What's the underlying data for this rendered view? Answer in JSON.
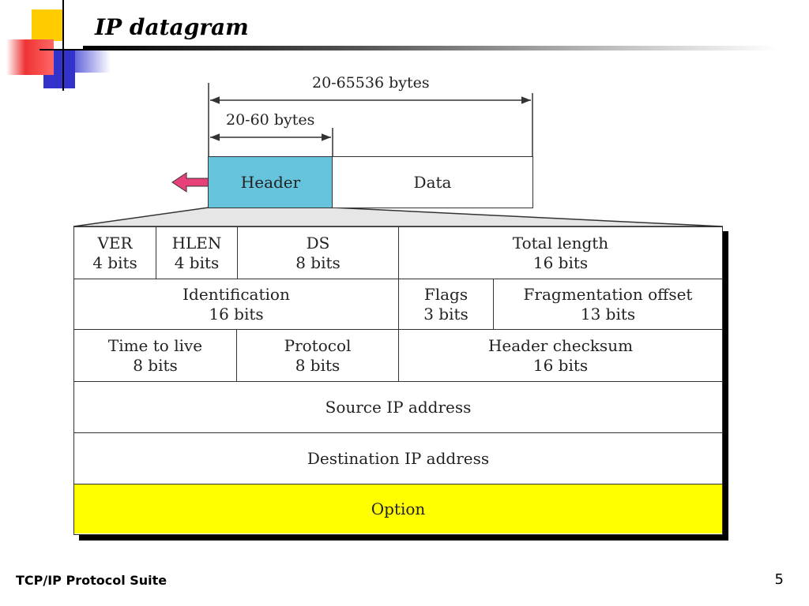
{
  "slide": {
    "title": "IP datagram",
    "footer": "TCP/IP Protocol Suite",
    "page_number": "5"
  },
  "datagram": {
    "total_size_label": "20-65536 bytes",
    "header_size_label": "20-60 bytes",
    "header_label": "Header",
    "data_label": "Data",
    "header_color": "#66c3dc",
    "arrow_color": "#e8407a"
  },
  "header_fields": {
    "ver": {
      "name": "VER",
      "bits": "4 bits"
    },
    "hlen": {
      "name": "HLEN",
      "bits": "4 bits"
    },
    "ds": {
      "name": "DS",
      "bits": "8 bits"
    },
    "total_length": {
      "name": "Total length",
      "bits": "16 bits"
    },
    "identification": {
      "name": "Identification",
      "bits": "16 bits"
    },
    "flags": {
      "name": "Flags",
      "bits": "3 bits"
    },
    "fragmentation_offset": {
      "name": "Fragmentation offset",
      "bits": "13 bits"
    },
    "ttl": {
      "name": "Time to live",
      "bits": "8 bits"
    },
    "protocol": {
      "name": "Protocol",
      "bits": "8 bits"
    },
    "header_checksum": {
      "name": "Header checksum",
      "bits": "16 bits"
    },
    "source_ip": {
      "name": "Source IP address"
    },
    "destination_ip": {
      "name": "Destination IP address"
    },
    "option": {
      "name": "Option",
      "color": "#ffff00"
    }
  }
}
